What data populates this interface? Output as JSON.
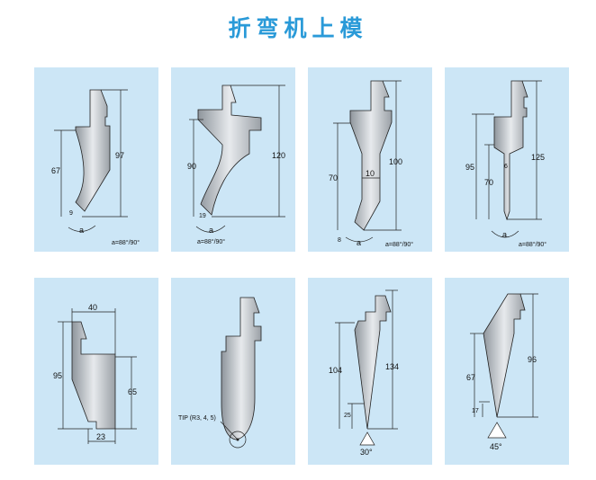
{
  "page": {
    "title": "折弯机上模"
  },
  "colors": {
    "panel_bg": "#cce6f6",
    "title": "#2a9ad8",
    "tool_fill": "#b9bec4"
  },
  "panels": [
    {
      "id": "p1",
      "dims": [
        "97",
        "67",
        "9"
      ],
      "angle_label": "a",
      "angle_note": "a=88°/90°"
    },
    {
      "id": "p2",
      "dims": [
        "120",
        "90",
        "19"
      ],
      "angle_label": "a",
      "angle_note": "a=88°/90°"
    },
    {
      "id": "p3",
      "dims": [
        "100",
        "70",
        "10",
        "8"
      ],
      "angle_label": "a",
      "angle_note": "a=88°/90°"
    },
    {
      "id": "p4",
      "dims": [
        "125",
        "95",
        "70",
        "6"
      ],
      "angle_label": "a",
      "angle_note": "a=88°/90°"
    },
    {
      "id": "p5",
      "dims": [
        "40",
        "95",
        "65",
        "23"
      ]
    },
    {
      "id": "p6",
      "tip_note": "TIP (R3, 4, 5)"
    },
    {
      "id": "p7",
      "dims": [
        "134",
        "104",
        "25"
      ],
      "angle": "30°"
    },
    {
      "id": "p8",
      "dims": [
        "96",
        "67",
        "17"
      ],
      "angle": "45°"
    }
  ]
}
